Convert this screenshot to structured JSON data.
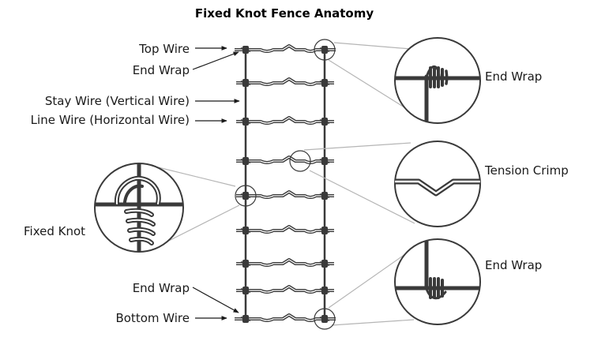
{
  "title": "Fixed Knot Fence Anatomy",
  "labels": {
    "top_wire": "Top Wire",
    "end_wrap_top": "End Wrap",
    "stay_wire": "Stay Wire (Vertical Wire)",
    "line_wire": "Line Wire (Horizontal Wire)",
    "fixed_knot": "Fixed Knot",
    "end_wrap_bottom": "End Wrap",
    "bottom_wire": "Bottom Wire"
  },
  "callouts": {
    "end_wrap_top": "End Wrap",
    "tension_crimp": "Tension Crimp",
    "end_wrap_bottom": "End Wrap"
  },
  "colors": {
    "wire": "#3a3a3a",
    "leader": "#b5b5b5",
    "text": "#1a1a1a"
  }
}
